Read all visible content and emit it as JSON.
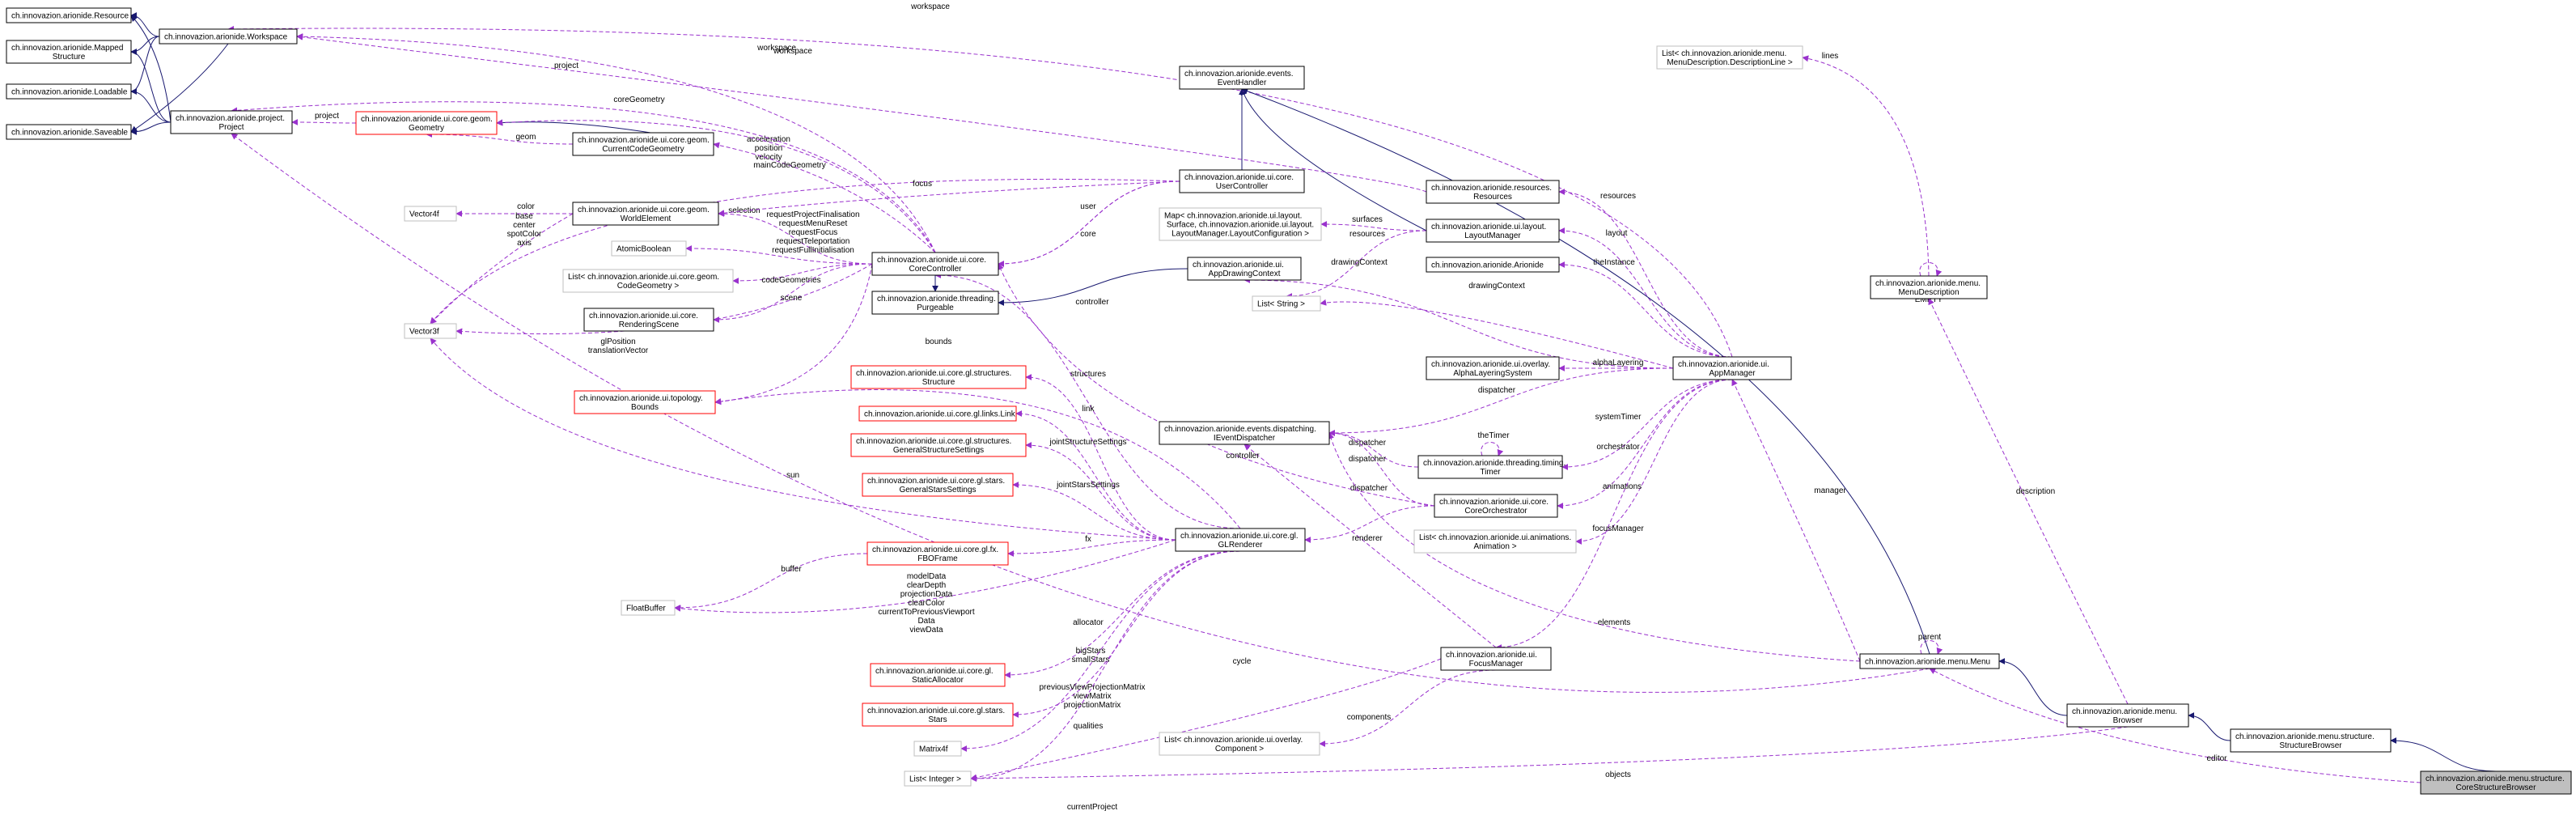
{
  "colors": {
    "inheritance_edge": "#191970",
    "usage_edge": "#9a32cd",
    "node_border": "#000000",
    "template_node_border": "#ff0000",
    "external_node_border": "#bfbfbf",
    "focus_node_fill": "#bfbfbf"
  },
  "nodes": [
    {
      "id": "Resource",
      "kind": "normal",
      "lines": [
        "ch.innovazion.arionide.Resource"
      ]
    },
    {
      "id": "Workspace",
      "kind": "normal",
      "lines": [
        "ch.innovazion.arionide.Workspace"
      ]
    },
    {
      "id": "MappedStructure",
      "kind": "normal",
      "lines": [
        "ch.innovazion.arionide.Mapped",
        "Structure"
      ]
    },
    {
      "id": "Loadable",
      "kind": "normal",
      "lines": [
        "ch.innovazion.arionide.Loadable"
      ]
    },
    {
      "id": "Saveable",
      "kind": "normal",
      "lines": [
        "ch.innovazion.arionide.Saveable"
      ]
    },
    {
      "id": "Project",
      "kind": "normal",
      "lines": [
        "ch.innovazion.arionide.project.",
        "Project"
      ]
    },
    {
      "id": "Geometry",
      "kind": "red",
      "lines": [
        "ch.innovazion.arionide.ui.core.geom.",
        "Geometry"
      ]
    },
    {
      "id": "CurrentCodeGeometry",
      "kind": "normal",
      "lines": [
        "ch.innovazion.arionide.ui.core.geom.",
        "CurrentCodeGeometry"
      ]
    },
    {
      "id": "Vector4f",
      "kind": "gray",
      "lines": [
        "Vector4f"
      ]
    },
    {
      "id": "WorldElement",
      "kind": "normal",
      "lines": [
        "ch.innovazion.arionide.ui.core.geom.",
        "WorldElement"
      ]
    },
    {
      "id": "AtomicBoolean",
      "kind": "gray",
      "lines": [
        "AtomicBoolean"
      ]
    },
    {
      "id": "ListCodeGeometry",
      "kind": "gray",
      "lines": [
        "List< ch.innovazion.arionide.ui.core.geom.",
        "CodeGeometry >"
      ]
    },
    {
      "id": "RenderingScene",
      "kind": "normal",
      "lines": [
        "ch.innovazion.arionide.ui.core.",
        "RenderingScene"
      ]
    },
    {
      "id": "Vector3f",
      "kind": "gray",
      "lines": [
        "Vector3f"
      ]
    },
    {
      "id": "Bounds",
      "kind": "red",
      "lines": [
        "ch.innovazion.arionide.ui.topology.",
        "Bounds"
      ]
    },
    {
      "id": "CoreController",
      "kind": "normal",
      "lines": [
        "ch.innovazion.arionide.ui.core.",
        "CoreController"
      ]
    },
    {
      "id": "Purgeable",
      "kind": "normal",
      "lines": [
        "ch.innovazion.arionide.threading.",
        "Purgeable"
      ]
    },
    {
      "id": "EventHandler",
      "kind": "normal",
      "lines": [
        "ch.innovazion.arionide.events.",
        "EventHandler"
      ]
    },
    {
      "id": "UserController",
      "kind": "normal",
      "lines": [
        "ch.innovazion.arionide.ui.core.",
        "UserController"
      ]
    },
    {
      "id": "MapLayout",
      "kind": "gray",
      "lines": [
        "Map< ch.innovazion.arionide.ui.layout.",
        "Surface, ch.innovazion.arionide.ui.layout.",
        "LayoutManager.LayoutConfiguration >"
      ]
    },
    {
      "id": "AppDrawingContext",
      "kind": "normal",
      "lines": [
        "ch.innovazion.arionide.ui.",
        "AppDrawingContext"
      ]
    },
    {
      "id": "ListString",
      "kind": "gray",
      "lines": [
        "List< String >"
      ]
    },
    {
      "id": "Resources",
      "kind": "normal",
      "lines": [
        "ch.innovazion.arionide.resources.",
        "Resources"
      ]
    },
    {
      "id": "LayoutManager",
      "kind": "normal",
      "lines": [
        "ch.innovazion.arionide.ui.layout.",
        "LayoutManager"
      ]
    },
    {
      "id": "Arionide",
      "kind": "normal",
      "lines": [
        "ch.innovazion.arionide.Arionide"
      ]
    },
    {
      "id": "Structure",
      "kind": "red",
      "lines": [
        "ch.innovazion.arionide.ui.core.gl.structures.",
        "Structure"
      ]
    },
    {
      "id": "Link",
      "kind": "red",
      "lines": [
        "ch.innovazion.arionide.ui.core.gl.links.Link"
      ]
    },
    {
      "id": "GeneralStructureSettings",
      "kind": "red",
      "lines": [
        "ch.innovazion.arionide.ui.core.gl.structures.",
        "GeneralStructureSettings"
      ]
    },
    {
      "id": "GeneralStarsSettings",
      "kind": "red",
      "lines": [
        "ch.innovazion.arionide.ui.core.gl.stars.",
        "GeneralStarsSettings"
      ]
    },
    {
      "id": "FBOFrame",
      "kind": "red",
      "lines": [
        "ch.innovazion.arionide.ui.core.gl.fx.",
        "FBOFrame"
      ]
    },
    {
      "id": "FloatBuffer",
      "kind": "gray",
      "lines": [
        "FloatBuffer"
      ]
    },
    {
      "id": "StaticAllocator",
      "kind": "red",
      "lines": [
        "ch.innovazion.arionide.ui.core.gl.",
        "StaticAllocator"
      ]
    },
    {
      "id": "Stars",
      "kind": "red",
      "lines": [
        "ch.innovazion.arionide.ui.core.gl.stars.",
        "Stars"
      ]
    },
    {
      "id": "Matrix4f",
      "kind": "gray",
      "lines": [
        "Matrix4f"
      ]
    },
    {
      "id": "ListInteger",
      "kind": "gray",
      "lines": [
        "List< Integer >"
      ]
    },
    {
      "id": "IEventDispatcher",
      "kind": "normal",
      "lines": [
        "ch.innovazion.arionide.events.dispatching.",
        "IEventDispatcher"
      ]
    },
    {
      "id": "AlphaLayeringSystem",
      "kind": "normal",
      "lines": [
        "ch.innovazion.arionide.ui.overlay.",
        "AlphaLayeringSystem"
      ]
    },
    {
      "id": "Timer",
      "kind": "normal",
      "lines": [
        "ch.innovazion.arionide.threading.timing.",
        "Timer"
      ]
    },
    {
      "id": "CoreOrchestrator",
      "kind": "normal",
      "lines": [
        "ch.innovazion.arionide.ui.core.",
        "CoreOrchestrator"
      ]
    },
    {
      "id": "ListAnimation",
      "kind": "gray",
      "lines": [
        "List< ch.innovazion.arionide.ui.animations.",
        "Animation >"
      ]
    },
    {
      "id": "GLRenderer",
      "kind": "normal",
      "lines": [
        "ch.innovazion.arionide.ui.core.gl.",
        "GLRenderer"
      ]
    },
    {
      "id": "FocusManager",
      "kind": "normal",
      "lines": [
        "ch.innovazion.arionide.ui.",
        "FocusManager"
      ]
    },
    {
      "id": "ListComponent",
      "kind": "gray",
      "lines": [
        "List< ch.innovazion.arionide.ui.overlay.",
        "Component >"
      ]
    },
    {
      "id": "AppManager",
      "kind": "normal",
      "lines": [
        "ch.innovazion.arionide.ui.",
        "AppManager"
      ]
    },
    {
      "id": "ListDescriptionLine",
      "kind": "gray",
      "lines": [
        "List< ch.innovazion.arionide.menu.",
        "MenuDescription.DescriptionLine >"
      ]
    },
    {
      "id": "MenuDescription",
      "kind": "normal",
      "lines": [
        "ch.innovazion.arionide.menu.",
        "MenuDescription"
      ]
    },
    {
      "id": "Menu",
      "kind": "normal",
      "lines": [
        "ch.innovazion.arionide.menu.Menu"
      ]
    },
    {
      "id": "Browser",
      "kind": "normal",
      "lines": [
        "ch.innovazion.arionide.menu.",
        "Browser"
      ]
    },
    {
      "id": "StructureBrowser",
      "kind": "normal",
      "lines": [
        "ch.innovazion.arionide.menu.structure.",
        "StructureBrowser"
      ]
    },
    {
      "id": "CoreStructureBrowser",
      "kind": "target",
      "lines": [
        "ch.innovazion.arionide.menu.structure.",
        "CoreStructureBrowser"
      ]
    }
  ],
  "edges": [
    {
      "id": "e1",
      "kind": "inherit",
      "label": []
    },
    {
      "id": "e2",
      "kind": "inherit",
      "label": []
    },
    {
      "id": "e3",
      "kind": "inherit",
      "label": []
    },
    {
      "id": "e4",
      "kind": "inherit",
      "label": []
    },
    {
      "id": "e5",
      "kind": "inherit",
      "label": []
    },
    {
      "id": "e6",
      "kind": "inherit",
      "label": []
    },
    {
      "id": "e7",
      "kind": "inherit",
      "label": []
    },
    {
      "id": "e8",
      "kind": "inherit",
      "label": []
    },
    {
      "id": "e9",
      "kind": "use",
      "label": [
        "project"
      ]
    },
    {
      "id": "e10",
      "kind": "use",
      "label": [
        "geom"
      ]
    },
    {
      "id": "e11",
      "kind": "inherit",
      "label": []
    },
    {
      "id": "e12",
      "kind": "use",
      "label": [
        "color"
      ]
    },
    {
      "id": "e13",
      "kind": "use",
      "label": [
        "base",
        "center",
        "spotColor",
        "axis"
      ]
    },
    {
      "id": "e14",
      "kind": "use",
      "label": [
        "acceleration",
        "position",
        "velocity"
      ]
    },
    {
      "id": "e15",
      "kind": "use",
      "label": [
        "glPosition",
        "translationVector"
      ]
    },
    {
      "id": "e16",
      "kind": "use",
      "label": [
        "sun"
      ]
    },
    {
      "id": "e17",
      "kind": "use",
      "label": [
        "workspace"
      ]
    },
    {
      "id": "e18",
      "kind": "use",
      "label": [
        "project"
      ]
    },
    {
      "id": "e19",
      "kind": "use",
      "label": [
        "coreGeometry"
      ]
    },
    {
      "id": "e20",
      "kind": "use",
      "label": [
        "mainCodeGeometry"
      ]
    },
    {
      "id": "e21",
      "kind": "use",
      "label": [
        "selection"
      ]
    },
    {
      "id": "e22",
      "kind": "use",
      "label": [
        "focus"
      ]
    },
    {
      "id": "e23",
      "kind": "use",
      "label": [
        "requestProjectFinalisation",
        "requestMenuReset",
        "requestFocus",
        "requestTeleportation",
        "requestFullInitialisation"
      ]
    },
    {
      "id": "e24",
      "kind": "use",
      "label": [
        "codeGeometries"
      ]
    },
    {
      "id": "e25",
      "kind": "use",
      "label": [
        "scene"
      ]
    },
    {
      "id": "e26",
      "kind": "use",
      "label": [
        "bounds"
      ]
    },
    {
      "id": "e27",
      "kind": "inherit",
      "label": []
    },
    {
      "id": "e28",
      "kind": "use",
      "label": [
        "user"
      ]
    },
    {
      "id": "e29",
      "kind": "use",
      "label": [
        "core"
      ]
    },
    {
      "id": "e30",
      "kind": "inherit",
      "label": []
    },
    {
      "id": "e31",
      "kind": "inherit",
      "label": []
    },
    {
      "id": "e32",
      "kind": "inherit",
      "label": []
    },
    {
      "id": "e33",
      "kind": "use",
      "label": [
        "surfaces"
      ]
    },
    {
      "id": "e34",
      "kind": "use",
      "label": [
        "resources"
      ]
    },
    {
      "id": "e35",
      "kind": "use",
      "label": [
        "drawingContext"
      ]
    },
    {
      "id": "e36",
      "kind": "use",
      "label": [
        "workspace"
      ]
    },
    {
      "id": "e37",
      "kind": "use",
      "label": [
        "workspace"
      ]
    },
    {
      "id": "e38",
      "kind": "use",
      "label": [
        "resources"
      ]
    },
    {
      "id": "e39",
      "kind": "use",
      "label": [
        "layout"
      ]
    },
    {
      "id": "e40",
      "kind": "use",
      "label": [
        "theInstance"
      ]
    },
    {
      "id": "e41",
      "kind": "use",
      "label": [
        "drawingContext"
      ]
    },
    {
      "id": "e42",
      "kind": "use",
      "label": [
        "alphaLayering"
      ]
    },
    {
      "id": "e43",
      "kind": "use",
      "label": [
        "dispatcher"
      ]
    },
    {
      "id": "e44",
      "kind": "use",
      "label": [
        "systemTimer"
      ]
    },
    {
      "id": "e45",
      "kind": "use",
      "label": [
        "orchestrator"
      ]
    },
    {
      "id": "e46",
      "kind": "use",
      "label": [
        "animations"
      ]
    },
    {
      "id": "e47",
      "kind": "use",
      "label": [
        "focusManager"
      ]
    },
    {
      "id": "e48",
      "kind": "use",
      "label": [
        "theTimer"
      ]
    },
    {
      "id": "e49",
      "kind": "use",
      "label": [
        "dispatcher"
      ]
    },
    {
      "id": "e50",
      "kind": "use",
      "label": [
        "dispatcher"
      ]
    },
    {
      "id": "e51",
      "kind": "use",
      "label": [
        "dispatcher"
      ]
    },
    {
      "id": "e52",
      "kind": "use",
      "label": [
        "controller"
      ]
    },
    {
      "id": "e53",
      "kind": "use",
      "label": [
        "controller"
      ]
    },
    {
      "id": "e54",
      "kind": "use",
      "label": [
        "renderer"
      ]
    },
    {
      "id": "e55",
      "kind": "use",
      "label": [
        "bounds"
      ]
    },
    {
      "id": "e56",
      "kind": "use",
      "label": [
        "structures"
      ]
    },
    {
      "id": "e57",
      "kind": "use",
      "label": [
        "link"
      ]
    },
    {
      "id": "e58",
      "kind": "use",
      "label": [
        "jointStructureSettings"
      ]
    },
    {
      "id": "e59",
      "kind": "use",
      "label": [
        "jointStarsSettings"
      ]
    },
    {
      "id": "e60",
      "kind": "use",
      "label": [
        "fx"
      ]
    },
    {
      "id": "e61",
      "kind": "use",
      "label": [
        "buffer"
      ]
    },
    {
      "id": "e62",
      "kind": "use",
      "label": [
        "modelData",
        "clearDepth",
        "projectionData",
        "clearColor",
        "currentToPreviousViewport",
        "Data",
        "viewData"
      ]
    },
    {
      "id": "e63",
      "kind": "use",
      "label": [
        "allocator"
      ]
    },
    {
      "id": "e64",
      "kind": "use",
      "label": [
        "bigStars",
        "smallStars"
      ]
    },
    {
      "id": "e65",
      "kind": "use",
      "label": [
        "previousViewProjectionMatrix",
        "viewMatrix",
        "projectionMatrix"
      ]
    },
    {
      "id": "e66",
      "kind": "use",
      "label": [
        "qualities"
      ]
    },
    {
      "id": "e67",
      "kind": "use",
      "label": [
        "cycle"
      ]
    },
    {
      "id": "e68",
      "kind": "use",
      "label": [
        "components"
      ]
    },
    {
      "id": "e69",
      "kind": "use",
      "label": [
        "elements"
      ]
    },
    {
      "id": "e70",
      "kind": "use",
      "label": [
        "objects"
      ]
    },
    {
      "id": "e71",
      "kind": "use",
      "label": [
        "currentProject"
      ]
    },
    {
      "id": "e72",
      "kind": "use",
      "label": [
        "manager"
      ]
    },
    {
      "id": "e73",
      "kind": "use",
      "label": [
        "parent"
      ]
    },
    {
      "id": "e74",
      "kind": "use",
      "label": [
        "lines"
      ]
    },
    {
      "id": "e75",
      "kind": "use",
      "label": [
        "EMPTY"
      ]
    },
    {
      "id": "e76",
      "kind": "use",
      "label": [
        "description"
      ]
    },
    {
      "id": "e77",
      "kind": "inherit",
      "label": []
    },
    {
      "id": "e78",
      "kind": "inherit",
      "label": []
    },
    {
      "id": "e79",
      "kind": "inherit",
      "label": []
    },
    {
      "id": "e80",
      "kind": "use",
      "label": [
        "editor"
      ]
    },
    {
      "id": "e81",
      "kind": "inherit",
      "label": []
    }
  ]
}
